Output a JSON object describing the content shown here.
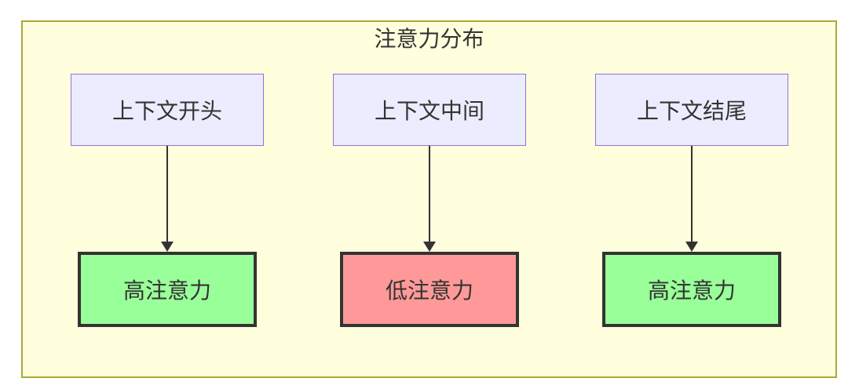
{
  "diagram": {
    "title": "注意力分布",
    "columns": [
      {
        "source": "上下文开头",
        "result": "高注意力",
        "level": "high"
      },
      {
        "source": "上下文中间",
        "result": "低注意力",
        "level": "low"
      },
      {
        "source": "上下文结尾",
        "result": "高注意力",
        "level": "high"
      }
    ],
    "colors": {
      "canvas_background": "#ffffde",
      "canvas_border": "#aaaa33",
      "source_node_fill": "#ececff",
      "source_node_border": "#9370db",
      "high_attention_fill": "#99ff99",
      "low_attention_fill": "#ff9999",
      "result_node_border": "#333333",
      "arrow": "#333333",
      "text": "#333333"
    }
  }
}
